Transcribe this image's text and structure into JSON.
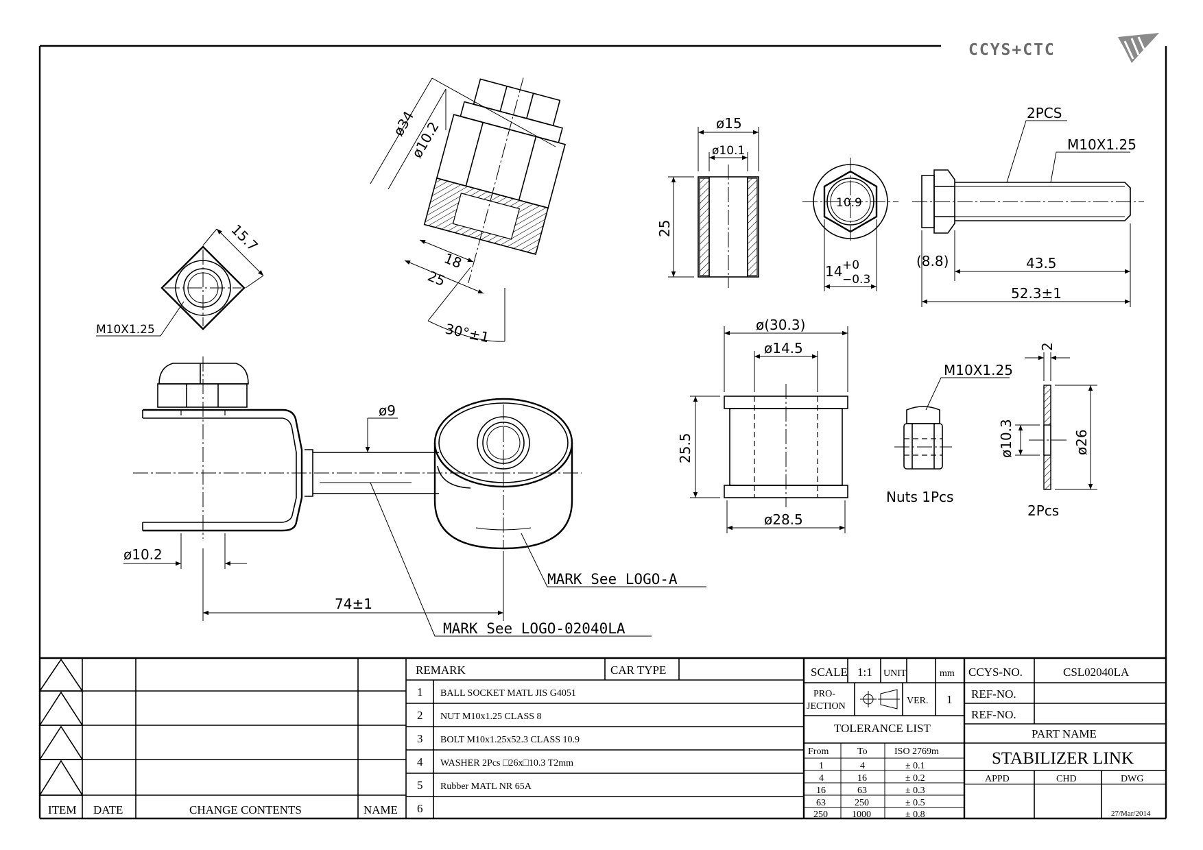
{
  "logo": {
    "text": "CCYS+CTC",
    "color": "#6b6b6b"
  },
  "dimensions": {
    "bushing_od": "ø15",
    "bushing_id": "ø10.1",
    "bushing_len": "25",
    "nut_across": "10.9",
    "nut_height_base": "14",
    "nut_tol_plus": "+0",
    "nut_tol_minus": "−0.3",
    "bolt_qty": "2PCS",
    "bolt_thread": "M10X1.25",
    "bolt_head": "(8.8)",
    "bolt_shank": "43.5",
    "bolt_total": "52.3±1",
    "ball_d34": "ø34",
    "ball_d102": "ø10.2",
    "ball_18": "18",
    "ball_25": "25",
    "ball_angle": "30°±1",
    "sq_nut_size": "15.7",
    "sq_nut_thread": "M10X1.25",
    "rubber_od": "ø(30.3)",
    "rubber_id": "ø14.5",
    "rubber_len": "25.5",
    "rubber_flange": "ø28.5",
    "nut2_thread": "M10X1.25",
    "nut2_caption": "Nuts 1Pcs",
    "washer_t": "2",
    "washer_id": "ø10.3",
    "washer_od": "ø26",
    "washer_caption": "2Pcs",
    "link_rod": "ø9",
    "link_hole": "ø10.2",
    "link_length": "74±1",
    "mark_a": "MARK See LOGO-A",
    "mark_b": "MARK See LOGO-02040LA"
  },
  "revision_table": {
    "headers": {
      "item": "ITEM",
      "date": "DATE",
      "change": "CHANGE CONTENTS",
      "name": "NAME"
    }
  },
  "remark_table": {
    "remark": "REMARK",
    "car_type": "CAR TYPE",
    "rows": [
      {
        "no": "1",
        "text": "BALL SOCKET MATL JIS G4051"
      },
      {
        "no": "2",
        "text": "NUT M10x1.25 CLASS 8"
      },
      {
        "no": "3",
        "text": "BOLT M10x1.25x52.3 CLASS 10.9"
      },
      {
        "no": "4",
        "text": "WASHER 2Pcs □26x□10.3 T2mm"
      },
      {
        "no": "5",
        "text": "Rubber MATL NR 65A"
      },
      {
        "no": "6",
        "text": ""
      }
    ]
  },
  "info": {
    "scale_label": "SCALE",
    "scale": "1:1",
    "unit_label": "UNIT",
    "unit": "mm",
    "proj_1": "PRO-",
    "proj_2": "JECTION",
    "ver_label": "VER.",
    "ver": "1",
    "tol_title": "TOLERANCE LIST",
    "tol_from": "From",
    "tol_to": "To",
    "tol_std": "ISO 2769m",
    "tolerances": [
      {
        "from": "1",
        "to": "4",
        "tol": "± 0.1"
      },
      {
        "from": "4",
        "to": "16",
        "tol": "± 0.2"
      },
      {
        "from": "16",
        "to": "63",
        "tol": "± 0.3"
      },
      {
        "from": "63",
        "to": "250",
        "tol": "± 0.5"
      },
      {
        "from": "250",
        "to": "1000",
        "tol": "± 0.8"
      }
    ]
  },
  "title_block": {
    "ccys_label": "CCYS-NO.",
    "ccys_no": "CSL02040LA",
    "ref1": "REF-NO.",
    "ref2": "REF-NO.",
    "part_name_label": "PART NAME",
    "part_name": "STABILIZER LINK",
    "appd": "APPD",
    "chd": "CHD",
    "dwg": "DWG",
    "date": "27/Mar/2014"
  }
}
